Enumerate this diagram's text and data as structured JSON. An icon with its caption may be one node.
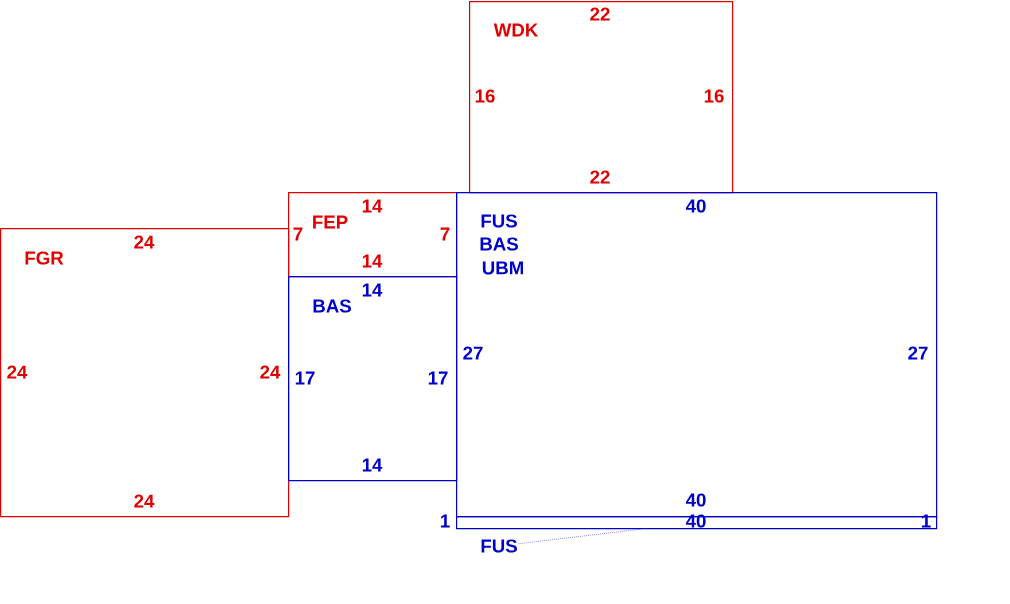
{
  "diagram": {
    "nodes": [
      {
        "text": [
          "WDK",
          "22",
          "16",
          "16",
          "22"
        ]
      },
      {
        "text": [
          "FEP",
          "14",
          "7",
          "7",
          "14"
        ]
      },
      {
        "text": [
          "FGR",
          "24",
          "24",
          "24",
          "24"
        ]
      },
      {
        "text": [
          "BAS",
          "14",
          "17",
          "17",
          "14"
        ]
      },
      {
        "text": [
          "FUS",
          "BAS",
          "UBM",
          "40",
          "27",
          "27",
          "40"
        ]
      },
      {
        "text": [
          "1",
          "40",
          "1"
        ]
      },
      {
        "text": [
          "FUS"
        ]
      }
    ],
    "edges": [
      {
        "from": 6,
        "to": 5,
        "arrow": "none",
        "style": "dashed"
      }
    ]
  }
}
